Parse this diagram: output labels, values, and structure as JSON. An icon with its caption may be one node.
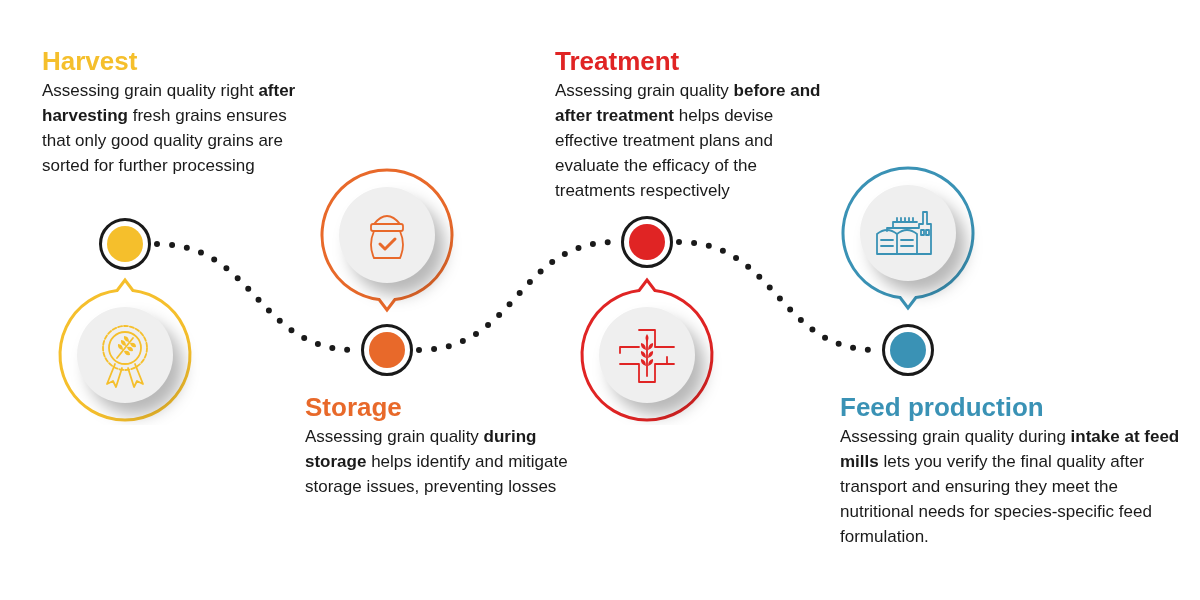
{
  "diagram": {
    "nodes": [
      {
        "text": [],
        "shape": "circle",
        "beside": [
          "Harvest",
          "Assessing grain quality right **after harvesting** fresh grains ensures that only good quality grains are sorted for further processing"
        ]
      },
      {
        "text": [],
        "shape": "circle",
        "beside": [
          "Storage",
          "Assessing grain quality **during storage** helps identify and mitigate storage issues, preventing losses"
        ]
      },
      {
        "text": [],
        "shape": "circle",
        "beside": [
          "Treatment",
          "Assessing grain quality **before and after treatment** helps devise effective treatment plans and evaluate the efficacy of the treatments respectively"
        ]
      },
      {
        "text": [],
        "shape": "circle",
        "beside": [
          "Feed production",
          "Assessing grain quality during **intake at feed mills** lets you verify the final quality after transport and ensuring they meet the nutritional needs for species-specific feed formulation."
        ]
      }
    ],
    "edges": [
      {
        "from": 0,
        "to": 1,
        "arrow": "none"
      },
      {
        "from": 1,
        "to": 2,
        "arrow": "none"
      },
      {
        "from": 2,
        "to": 3,
        "arrow": "none"
      }
    ]
  }
}
